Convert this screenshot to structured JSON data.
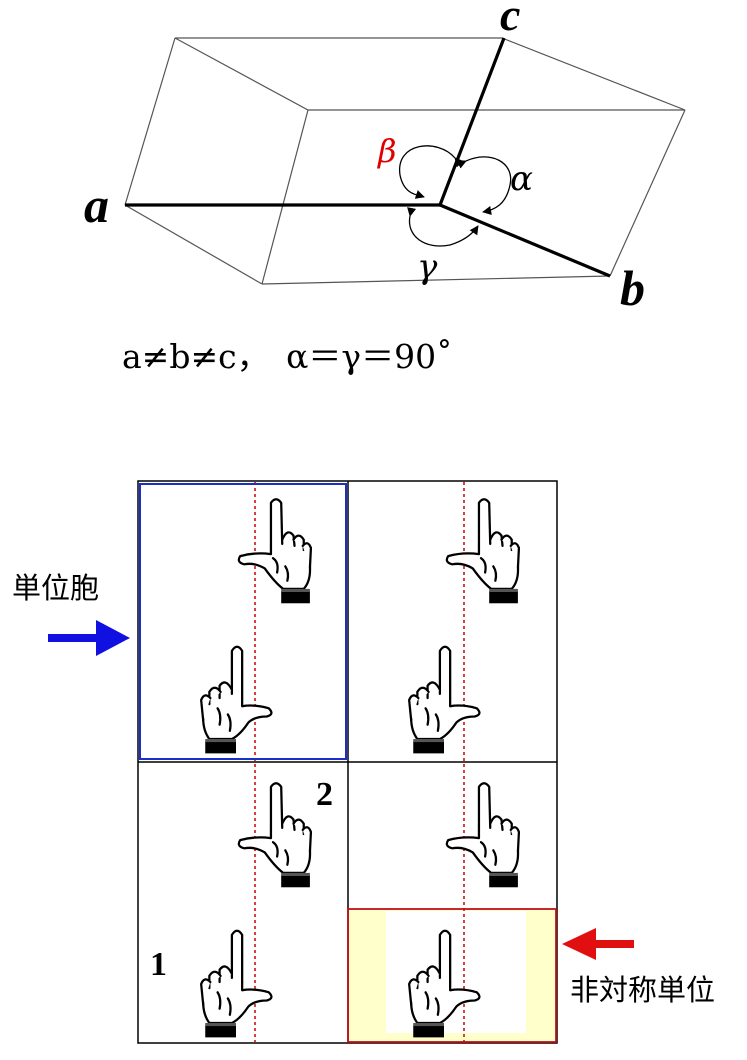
{
  "crystal": {
    "axis_labels": {
      "a": "a",
      "b": "b",
      "c": "c"
    },
    "angle_labels": {
      "alpha": "α",
      "beta": "β",
      "gamma": "γ"
    },
    "formula": "a≠b≠c，　α＝γ＝90˚",
    "colors": {
      "edge": "#000000",
      "box": "#555555",
      "beta": "#e00000"
    }
  },
  "lattice": {
    "unit_cell_label": "単位胞",
    "asym_unit_label": "非対称単位",
    "motif_labels": {
      "one": "1",
      "two": "2"
    },
    "colors": {
      "unit_cell_border": "#1a2fc8",
      "asym_border": "#c0101a",
      "asym_fill": "#ffffcc",
      "mirror_line": "#d01010",
      "unit_arrow": "#1010e0",
      "asym_arrow": "#e01010"
    },
    "icons": [
      "hand-pointing-up-icon",
      "hand-thumb-left-icon"
    ]
  }
}
